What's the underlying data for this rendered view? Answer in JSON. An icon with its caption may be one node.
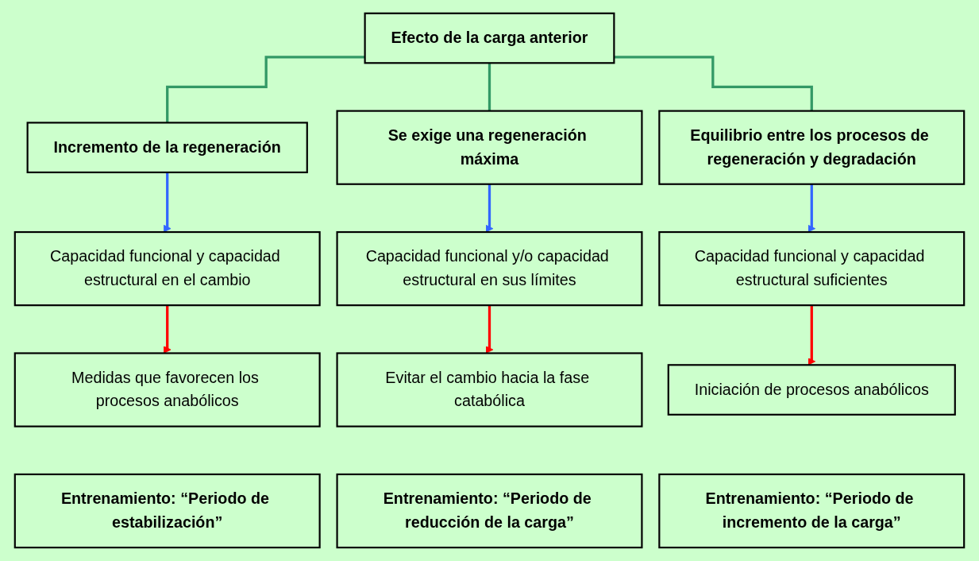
{
  "diagram": {
    "nodes": [
      {
        "text": [
          "Efecto de la carga anterior"
        ]
      },
      {
        "text": [
          "Incremento de la regeneración"
        ]
      },
      {
        "text": [
          "Se exige una regeneración máxima"
        ]
      },
      {
        "text": [
          "Equilibrio entre los procesos de regeneración y degradación"
        ]
      },
      {
        "text": [
          "Capacidad funcional y capacidad estructural en el cambio"
        ]
      },
      {
        "text": [
          "Capacidad funcional y/o capacidad estructural en sus límites"
        ]
      },
      {
        "text": [
          "Capacidad funcional y capacidad estructural suficientes"
        ]
      },
      {
        "text": [
          "Medidas que favorecen los procesos anabólicos"
        ]
      },
      {
        "text": [
          "Evitar el cambio hacia la fase catabólica"
        ]
      },
      {
        "text": [
          "Iniciación de procesos anabólicos"
        ]
      },
      {
        "text": [
          "Entrenamiento: “Periodo de estabilización”"
        ]
      },
      {
        "text": [
          "Entrenamiento: “Periodo de reducción de la carga”"
        ]
      },
      {
        "text": [
          "Entrenamiento: “Periodo de incremento de la carga”"
        ]
      }
    ],
    "edges": [
      {
        "from": 0,
        "to": 1,
        "arrow": "none",
        "color": "#339966"
      },
      {
        "from": 0,
        "to": 2,
        "arrow": "none",
        "color": "#339966"
      },
      {
        "from": 0,
        "to": 3,
        "arrow": "none",
        "color": "#339966"
      },
      {
        "from": 1,
        "to": 4,
        "arrow": "to",
        "color": "#3366ff"
      },
      {
        "from": 2,
        "to": 5,
        "arrow": "to",
        "color": "#3366ff"
      },
      {
        "from": 3,
        "to": 6,
        "arrow": "to",
        "color": "#3366ff"
      },
      {
        "from": 4,
        "to": 7,
        "arrow": "to",
        "color": "#ff0000"
      },
      {
        "from": 5,
        "to": 8,
        "arrow": "to",
        "color": "#ff0000"
      },
      {
        "from": 6,
        "to": 9,
        "arrow": "to",
        "color": "#ff0000"
      }
    ]
  }
}
